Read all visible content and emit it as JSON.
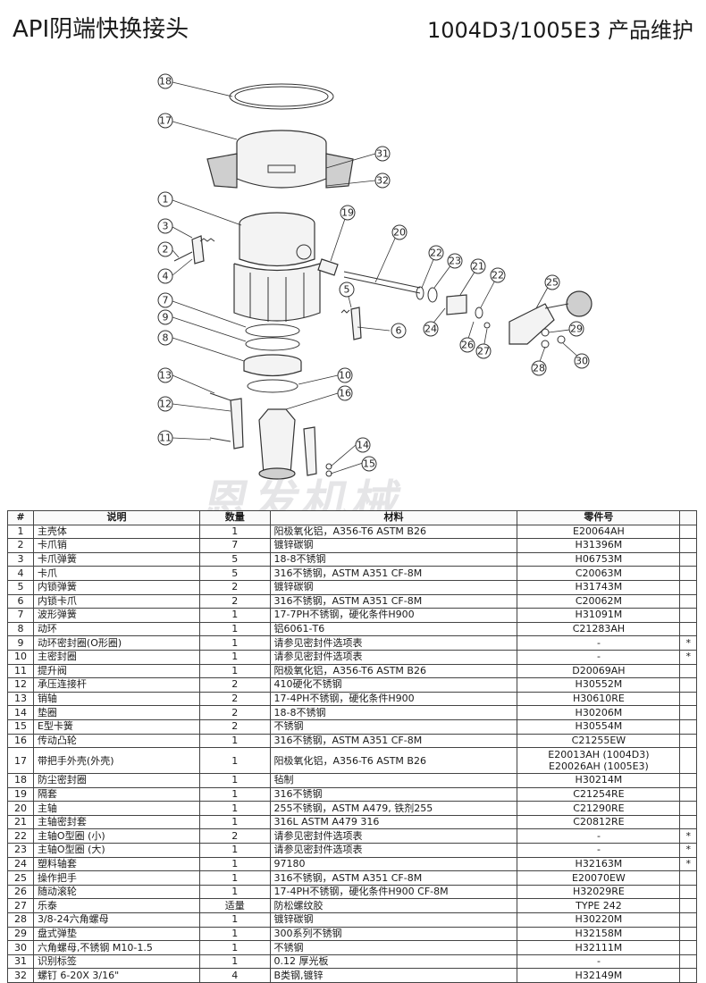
{
  "header": {
    "title": "API阴端快换接头",
    "subtitle": "1004D3/1005E3 产品维护"
  },
  "watermark": "恩发机械",
  "diagram": {
    "callouts": [
      "1",
      "2",
      "3",
      "4",
      "5",
      "6",
      "7",
      "8",
      "9",
      "10",
      "11",
      "12",
      "13",
      "14",
      "15",
      "16",
      "17",
      "18",
      "19",
      "20",
      "21",
      "22",
      "22",
      "23",
      "24",
      "25",
      "26",
      "27",
      "28",
      "29",
      "30",
      "31",
      "32"
    ]
  },
  "table": {
    "headers": [
      "#",
      "说明",
      "数量",
      "材料",
      "零件号",
      ""
    ],
    "rows": [
      [
        "1",
        "主壳体",
        "1",
        "阳极氧化铝，A356-T6 ASTM B26",
        "E20064AH",
        ""
      ],
      [
        "2",
        "卡爪销",
        "7",
        "镀锌碳钢",
        "H31396M",
        ""
      ],
      [
        "3",
        "卡爪弹簧",
        "5",
        "18-8不锈钢",
        "H06753M",
        ""
      ],
      [
        "4",
        "卡爪",
        "5",
        "316不锈钢，ASTM A351 CF-8M",
        "C20063M",
        ""
      ],
      [
        "5",
        "内锁弹簧",
        "2",
        "镀锌碳钢",
        "H31743M",
        ""
      ],
      [
        "6",
        "内锁卡爪",
        "2",
        "316不锈钢，ASTM A351 CF-8M",
        "C20062M",
        ""
      ],
      [
        "7",
        "波形弹簧",
        "1",
        "17-7PH不锈钢，硬化条件H900",
        "H31091M",
        ""
      ],
      [
        "8",
        "动环",
        "1",
        "铝6061-T6",
        "C21283AH",
        ""
      ],
      [
        "9",
        "动环密封圈(O形圈)",
        "1",
        "请参见密封件选项表",
        "-",
        "*"
      ],
      [
        "10",
        "主密封圈",
        "1",
        "请参见密封件选项表",
        "-",
        "*"
      ],
      [
        "11",
        "提升阀",
        "1",
        "阳极氧化铝，A356-T6 ASTM B26",
        "D20069AH",
        ""
      ],
      [
        "12",
        "承压连接杆",
        "2",
        "410硬化不锈钢",
        "H30552M",
        ""
      ],
      [
        "13",
        "销轴",
        "2",
        "17-4PH不锈钢，硬化条件H900",
        "H30610RE",
        ""
      ],
      [
        "14",
        "垫圈",
        "2",
        "18-8不锈钢",
        "H30206M",
        ""
      ],
      [
        "15",
        "E型卡簧",
        "2",
        "不锈钢",
        "H30554M",
        ""
      ],
      [
        "16",
        "传动凸轮",
        "1",
        "316不锈钢，ASTM A351 CF-8M",
        "C21255EW",
        ""
      ],
      [
        "17",
        "带把手外壳(外壳)",
        "1",
        "阳极氧化铝，A356-T6 ASTM B26",
        "E20013AH (1004D3)\nE20026AH (1005E3)",
        ""
      ],
      [
        "18",
        "防尘密封圈",
        "1",
        "毡制",
        "H30214M",
        ""
      ],
      [
        "19",
        "隔套",
        "1",
        "316不锈钢",
        "C21254RE",
        ""
      ],
      [
        "20",
        "主轴",
        "1",
        "255不锈钢，ASTM A479, 铁剂255",
        "C21290RE",
        ""
      ],
      [
        "21",
        "主轴密封套",
        "1",
        "316L ASTM A479 316",
        "C20812RE",
        ""
      ],
      [
        "22",
        "主轴O型圈 (小)",
        "2",
        "请参见密封件选项表",
        "-",
        "*"
      ],
      [
        "23",
        "主轴O型圈 (大)",
        "1",
        "请参见密封件选项表",
        "-",
        "*"
      ],
      [
        "24",
        "塑料轴套",
        "1",
        "97180",
        "H32163M",
        "*"
      ],
      [
        "25",
        "操作把手",
        "1",
        "316不锈钢，ASTM A351 CF-8M",
        "E20070EW",
        ""
      ],
      [
        "26",
        "随动滚轮",
        "1",
        "17-4PH不锈钢，硬化条件H900 CF-8M",
        "H32029RE",
        ""
      ],
      [
        "27",
        "乐泰",
        "适量",
        "防松螺纹胶",
        "TYPE 242",
        ""
      ],
      [
        "28",
        "3/8-24六角螺母",
        "1",
        "镀锌碳钢",
        "H30220M",
        ""
      ],
      [
        "29",
        "盘式弹垫",
        "1",
        "300系列不锈钢",
        "H32158M",
        ""
      ],
      [
        "30",
        "六角螺母,不锈钢 M10-1.5",
        "1",
        "不锈钢",
        "H32111M",
        ""
      ],
      [
        "31",
        "识别标签",
        "1",
        "0.12 厚光板",
        "-",
        ""
      ],
      [
        "32",
        "螺钉 6-20X 3/16\"",
        "4",
        "B类钢,镀锌",
        "H32149M",
        ""
      ]
    ]
  }
}
